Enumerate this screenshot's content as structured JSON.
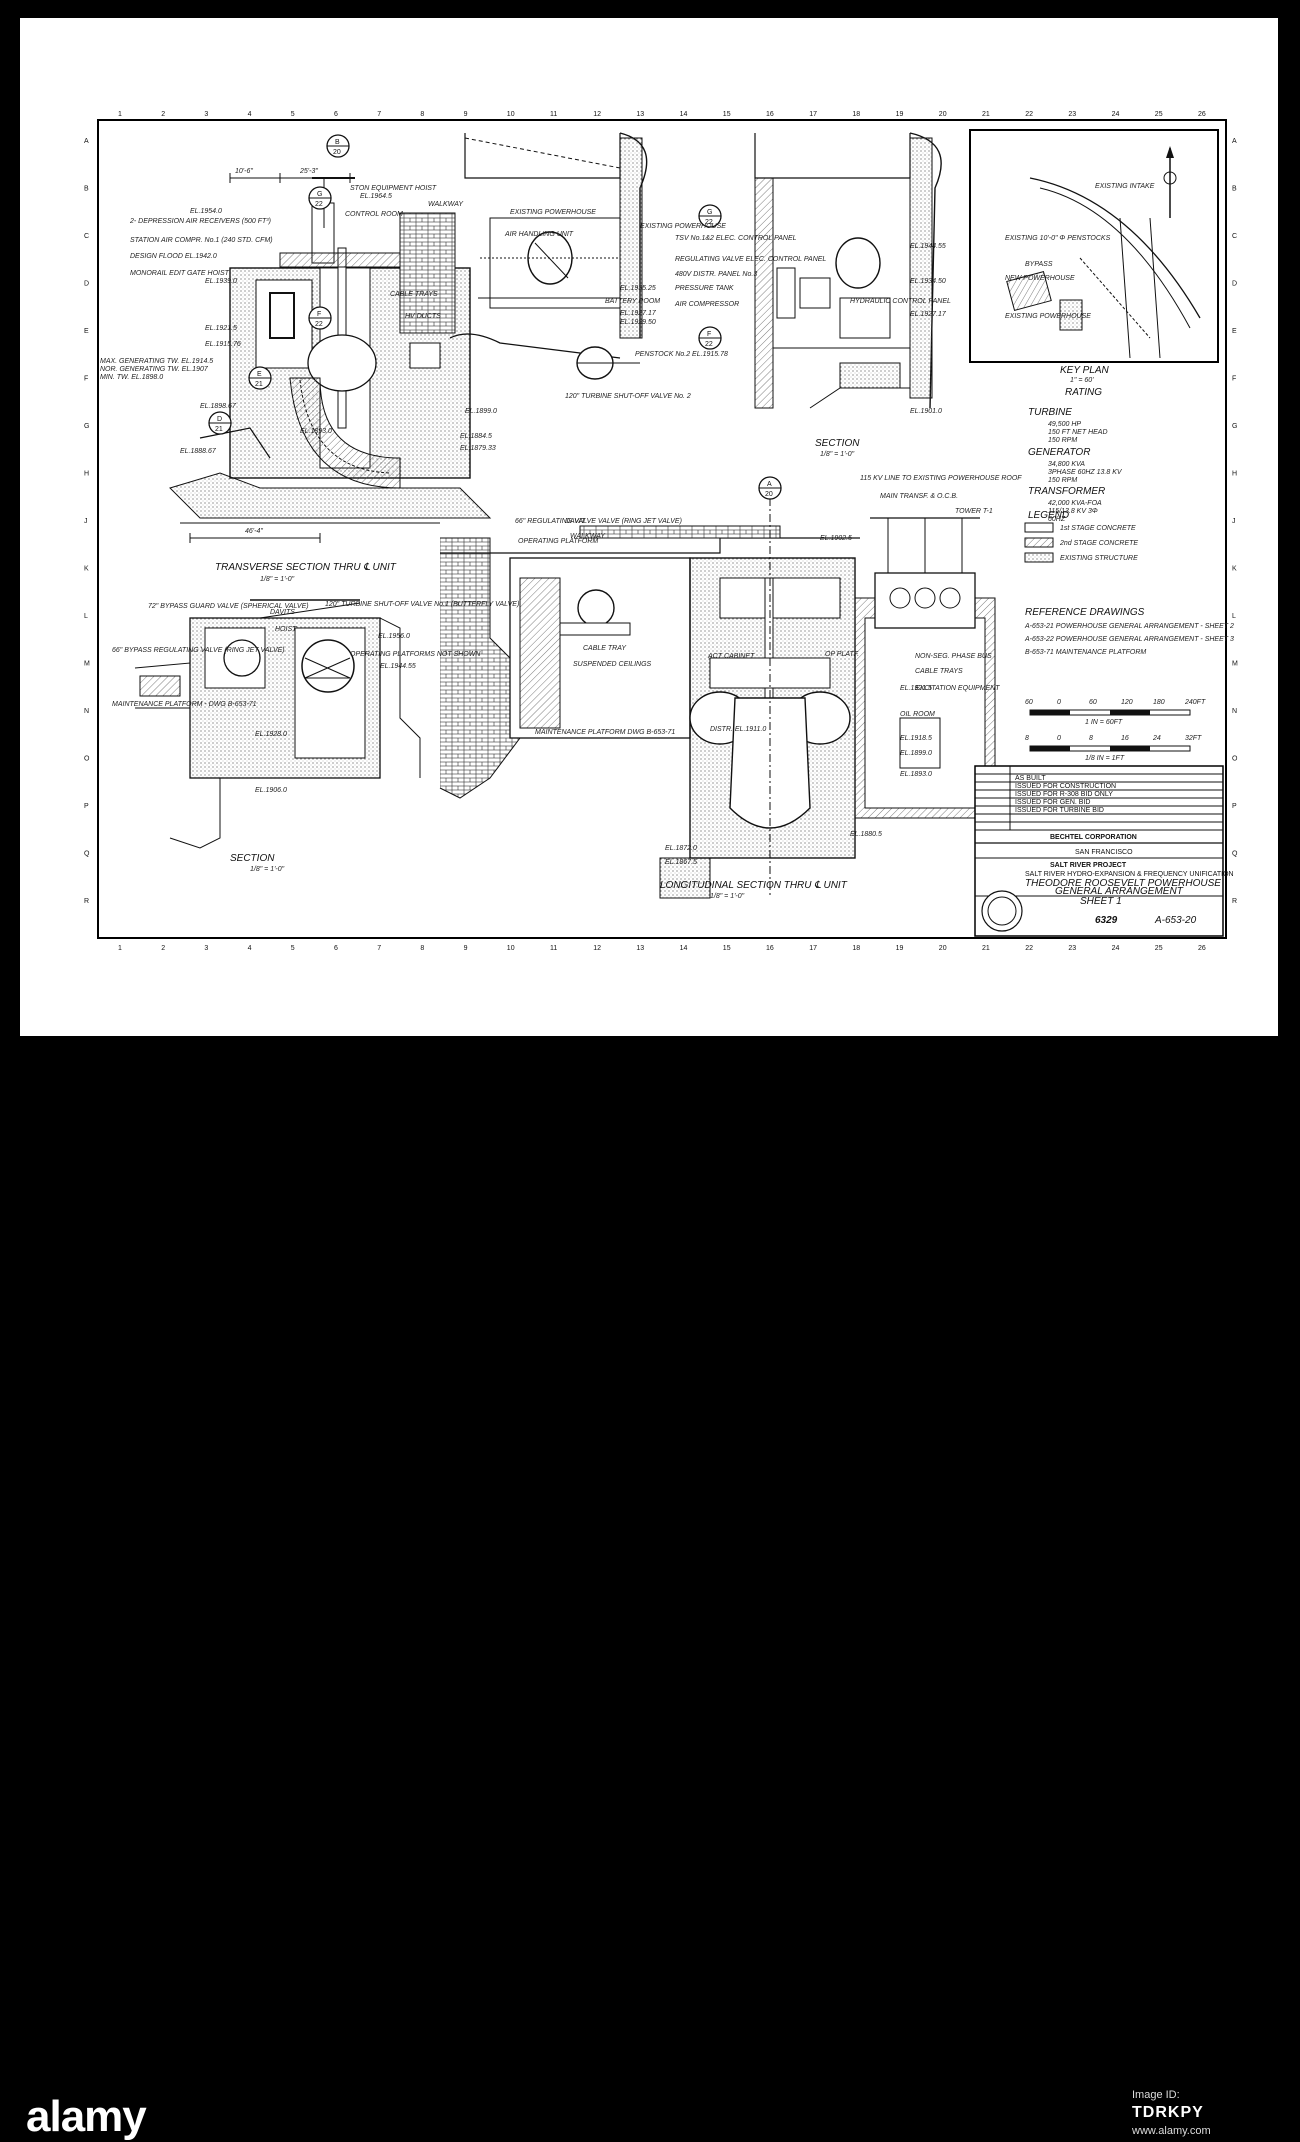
{
  "titleblock": {
    "company": "BECHTEL CORPORATION",
    "city": "SAN FRANCISCO",
    "client": "SALT RIVER PROJECT",
    "client_sub": "SALT RIVER HYDRO-EXPANSION & FREQUENCY UNIFICATION",
    "project": "THEODORE ROOSEVELT POWERHOUSE",
    "title": "GENERAL ARRANGEMENT",
    "sheet": "SHEET 1",
    "job_no": "6329",
    "drawing_no": "A-653-20"
  },
  "revisions": [
    "AS BUILT",
    "ISSUED FOR CONSTRUCTION",
    "ISSUED FOR R-308 BID ONLY",
    "ISSUED FOR GEN. BID",
    "ISSUED FOR TURBINE BID"
  ],
  "key_plan": {
    "title": "KEY PLAN",
    "labels": [
      "EXISTING INTAKE",
      "EXISTING 10'-0\" Φ PENSTOCKS",
      "BYPASS",
      "NEW POWERHOUSE",
      "EXISTING POWERHOUSE"
    ]
  },
  "rating": {
    "title": "RATING",
    "turbine_title": "TURBINE",
    "turbine": [
      "49,500 HP",
      "150 FT NET HEAD",
      "150 RPM"
    ],
    "generator_title": "GENERATOR",
    "generator": [
      "34,800 KVA",
      "3PHASE 60HZ 13.8 KV",
      "150 RPM"
    ],
    "transformer_title": "TRANSFORMER",
    "transformer": [
      "42,000 KVA-FOA",
      "115/13.8 KV 3Φ",
      "60HZ"
    ]
  },
  "legend": {
    "title": "LEGEND",
    "items": [
      "1st STAGE CONCRETE",
      "2nd STAGE CONCRETE",
      "EXISTING STRUCTURE"
    ]
  },
  "reference_drawings": {
    "title": "REFERENCE DRAWINGS",
    "items": [
      "A-653-21 POWERHOUSE GENERAL ARRANGEMENT - SHEET 2",
      "A-653-22 POWERHOUSE GENERAL ARRANGEMENT - SHEET 3",
      "B-653-71 MAINTENANCE PLATFORM"
    ]
  },
  "scales": [
    {
      "ticks": [
        "60",
        "0",
        "60",
        "120",
        "180",
        "240FT"
      ],
      "caption": "1 IN = 60FT"
    },
    {
      "ticks": [
        "8",
        "0",
        "8",
        "16",
        "24",
        "32FT"
      ],
      "caption": "1/8 IN = 1FT"
    }
  ],
  "section_titles": {
    "transverse": "TRANSVERSE SECTION THRU ℄ UNIT",
    "section_c": "SECTION",
    "section_h": "SECTION",
    "longitudinal": "LONGITUDINAL SECTION THRU ℄ UNIT",
    "scale_note": "1/8\" = 1'-0\""
  },
  "callouts": {
    "existing_powerhouse": "EXISTING POWERHOUSE",
    "air_handling_unit": "AIR HANDLING UNIT",
    "battery_room": "BATTERY ROOM",
    "penstock": "PENSTOCK No.2 EL.1915.78",
    "turbine_shutoff": "120\" TURBINE SHUT-OFF VALVE No. 2",
    "control_room": "CONTROL ROOM",
    "walkway": "WALKWAY",
    "cable_trays": "CABLE TRAYS",
    "hv_ducts": "HV DUCTS",
    "equipment_hoist": "STON EQUIPMENT HOIST",
    "air_receivers": "2- DEPRESSION AIR RECEIVERS (500 FT³)",
    "station_air": "STATION AIR COMPR. No.1 (240 STD. CFM)",
    "design_flood": "DESIGN FLOOD EL.1942.0",
    "monorail": "MONORAIL EDIT GATE HOIST",
    "max_gen": "MAX. GENERATING TW. EL.1914.5",
    "nor_gen": "NOR. GENERATING TW. EL.1907",
    "min_tw": "MIN. TW. EL.1898.0",
    "hydraulic_panel": "HYDRAULIC CONTROL PANEL",
    "pressure_tank": "PRESSURE TANK",
    "air_compressor": "AIR COMPRESSOR",
    "tsv_panel": "TSV No.1&2 ELEC. CONTROL PANEL",
    "reg_valve_panel": "REGULATING VALVE ELEC. CONTROL PANEL",
    "distr_panel": "480V DISTR. PANEL No.3",
    "bypass_guard": "72\" BYPASS GUARD VALVE (SPHERICAL VALVE)",
    "bypass_reg": "66\" BYPASS REGULATING VALVE (RING JET VALVE)",
    "davits": "DAVITS",
    "hoist": "HOIST",
    "shutoff_v1": "120\" TURBINE SHUT-OFF VALVE No.1 (BUTTERFLY VALVE)",
    "op_platforms": "OPERATING PLATFORMS NOT SHOWN",
    "maint_platform": "MAINTENANCE PLATFORM - DWG B-653-71",
    "reg_valve": "66\" REGULATING VALVE VALVE (RING JET VALVE)",
    "operating_platform": "OPERATING PLATFORM",
    "davit": "DAVIT",
    "walkway2": "WALKWAY",
    "cable_tray": "CABLE TRAY",
    "suspended_ceilings": "SUSPENDED CEILINGS",
    "act_cabinet": "ACT CABINET",
    "op_platf": "OP PLATF.",
    "line_115": "115 KV LINE TO EXISTING POWERHOUSE ROOF",
    "main_transf": "MAIN TRANSF. & O.C.B.",
    "tower": "TOWER T-1",
    "phase_bus": "NON-SEG. PHASE BUS",
    "cable_trays2": "CABLE TRAYS",
    "excitation": "EXCITATION EQUIPMENT",
    "oil_room": "OIL ROOM",
    "maint_platform2": "MAINTENANCE PLATFORM DWG B-653-71",
    "distr_el": "DISTR. EL.1911.0"
  },
  "elevations": [
    "EL.1954.0",
    "EL.1939.0",
    "EL.1921.5",
    "EL.1915.76",
    "EL.1898.67",
    "EL.1893.0",
    "EL.1888.67",
    "EL.1899.0",
    "EL.1884.5",
    "EL.1879.33",
    "EL.1935.25",
    "EL.1927.17",
    "EL.1929.50",
    "EL.1944.55",
    "EL.1934.50",
    "EL.1927.17",
    "EL.1901.0",
    "EL.1956.0",
    "EL.1944.55",
    "EL.1928.0",
    "EL.1906.0",
    "EL.1902.5",
    "EL.1921.5",
    "EL.1918.5",
    "EL.1899.0",
    "EL.1893.0",
    "EL.1880.5",
    "EL.1872.0",
    "EL.1867.5",
    "EL.1964.5"
  ],
  "dimensions": [
    "10'-6\"",
    "25'-3\"",
    "46'-4\""
  ],
  "grid_numbers": [
    "1",
    "2",
    "3",
    "4",
    "5",
    "6",
    "7",
    "8",
    "9",
    "10",
    "11",
    "12",
    "13",
    "14",
    "15",
    "16",
    "17",
    "18",
    "19",
    "20",
    "21",
    "22",
    "23",
    "24",
    "25",
    "26"
  ],
  "grid_letters": [
    "A",
    "B",
    "C",
    "D",
    "E",
    "F",
    "G",
    "H",
    "J",
    "K",
    "L",
    "M",
    "N",
    "O",
    "P",
    "Q",
    "R"
  ],
  "section_markers": [
    {
      "letter": "B",
      "num": "20"
    },
    {
      "letter": "G",
      "num": "22"
    },
    {
      "letter": "F",
      "num": "22"
    },
    {
      "letter": "E",
      "num": "21"
    },
    {
      "letter": "D",
      "num": "21"
    },
    {
      "letter": "G",
      "num": "22"
    },
    {
      "letter": "F",
      "num": "22"
    },
    {
      "letter": "A",
      "num": "20"
    }
  ],
  "footer": {
    "brand": "alamy",
    "id_label": "Image ID:",
    "id_value": "TDRKPY",
    "site": "www.alamy.com"
  }
}
